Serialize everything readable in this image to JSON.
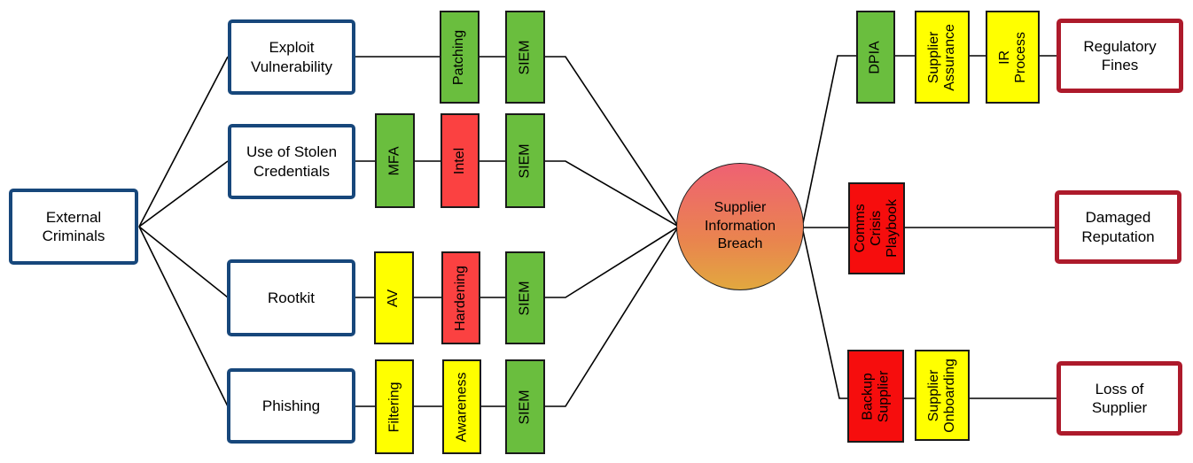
{
  "threat_source": {
    "label": "External\nCriminals"
  },
  "threats": [
    {
      "label": "Exploit\nVulnerability"
    },
    {
      "label": "Use of Stolen\nCredentials"
    },
    {
      "label": "Rootkit"
    },
    {
      "label": "Phishing"
    }
  ],
  "left_barriers": [
    {
      "label": "Patching",
      "type": "green"
    },
    {
      "label": "SIEM",
      "type": "green"
    },
    {
      "label": "MFA",
      "type": "green"
    },
    {
      "label": "Intel",
      "type": "red"
    },
    {
      "label": "SIEM",
      "type": "green"
    },
    {
      "label": "AV",
      "type": "yellow"
    },
    {
      "label": "Hardening",
      "type": "red"
    },
    {
      "label": "SIEM",
      "type": "green"
    },
    {
      "label": "Filtering",
      "type": "yellow"
    },
    {
      "label": "Awareness",
      "type": "yellow"
    },
    {
      "label": "SIEM",
      "type": "green"
    }
  ],
  "top_event": {
    "label": "Supplier\nInformation\nBreach"
  },
  "right_barriers": [
    {
      "label": "DPIA",
      "type": "green"
    },
    {
      "label": "Supplier\nAssurance",
      "type": "yellow"
    },
    {
      "label": "IR\nProcess",
      "type": "yellow"
    },
    {
      "label": "Comms\nCrisis\nPlaybook",
      "type": "bright_red"
    },
    {
      "label": "Backup\nSupplier",
      "type": "bright_red"
    },
    {
      "label": "Supplier\nOnboarding",
      "type": "yellow"
    }
  ],
  "consequences": [
    {
      "label": "Regulatory\nFines"
    },
    {
      "label": "Damaged\nReputation"
    },
    {
      "label": "Loss of\nSupplier"
    }
  ],
  "colors": {
    "barrier_green": "#6abe3e",
    "barrier_yellow": "#ffff00",
    "barrier_red": "#fb4141",
    "barrier_bright_red": "#f60d0d",
    "threat_border": "#17477b",
    "consequence_border": "#ad1a2b",
    "top_event_gradient": "linear-gradient(180deg,#ef6173 0%,#e9854e 62%,#e2a83f 100%)",
    "line": "#000000"
  }
}
